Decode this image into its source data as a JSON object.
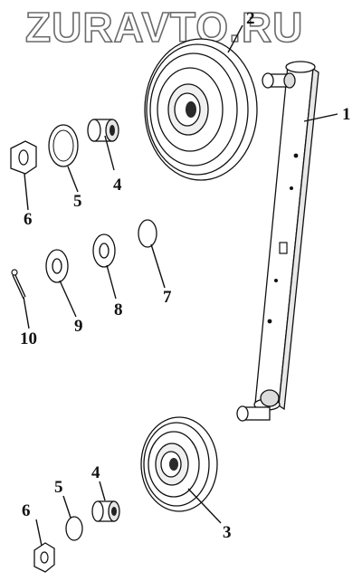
{
  "watermark": "ZURAVTO.RU",
  "callouts": {
    "c1": "1",
    "c2": "2",
    "c3": "3",
    "c4_top": "4",
    "c4_bottom": "4",
    "c5_top": "5",
    "c5_bottom": "5",
    "c6_top": "6",
    "c6_bottom": "6",
    "c7": "7",
    "c8": "8",
    "c9": "9",
    "c10": "10"
  }
}
